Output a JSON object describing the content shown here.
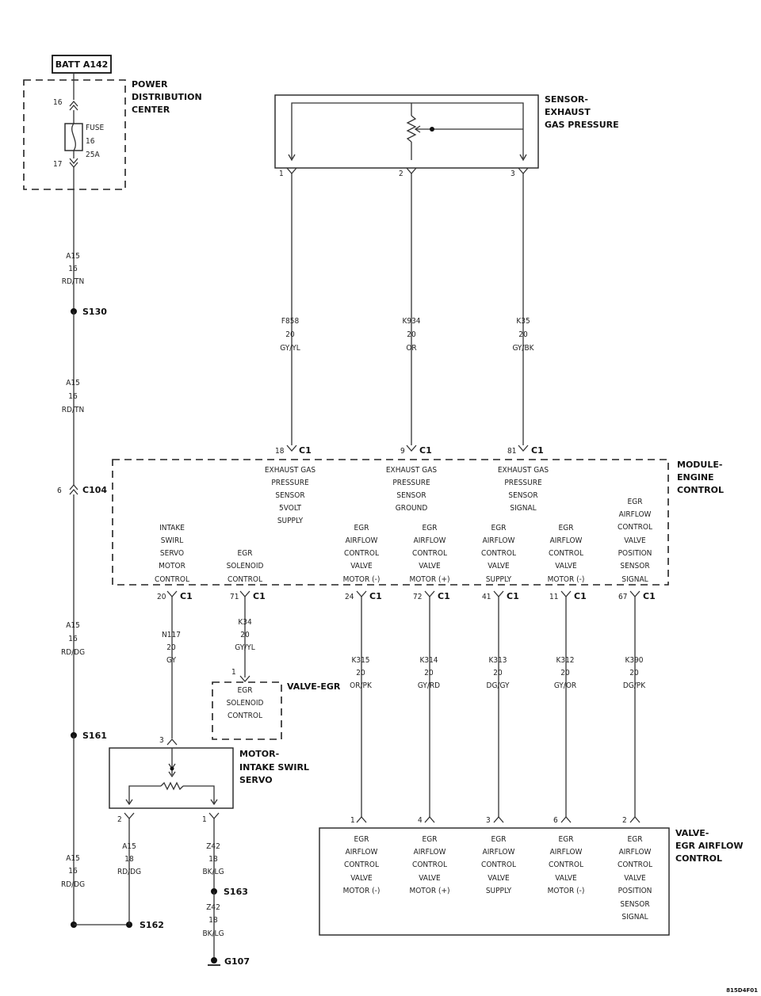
{
  "battery": "BATT A142",
  "pdc": {
    "title": [
      "POWER",
      "DISTRIBUTION",
      "CENTER"
    ],
    "pin_in": "16",
    "pin_out": "17",
    "fuse": [
      "FUSE",
      "16",
      "25A"
    ]
  },
  "sensor": {
    "title": [
      "SENSOR-",
      "EXHAUST",
      "GAS PRESSURE"
    ],
    "pins": [
      "1",
      "2",
      "3"
    ]
  },
  "upper_wires": [
    {
      "code": "F858",
      "gauge": "20",
      "color": "GY/YL"
    },
    {
      "code": "K934",
      "gauge": "20",
      "color": "OR"
    },
    {
      "code": "K35",
      "gauge": "20",
      "color": "GY/BK"
    }
  ],
  "left_wires": [
    {
      "code": "A15",
      "gauge": "16",
      "color": "RD/TN"
    },
    {
      "code": "A15",
      "gauge": "16",
      "color": "RD/TN"
    },
    {
      "code": "A15",
      "gauge": "16",
      "color": "RD/DG"
    },
    {
      "code": "A15",
      "gauge": "16",
      "color": "RD/DG"
    }
  ],
  "splices": {
    "s130": "S130",
    "s161": "S161",
    "s162": "S162",
    "s163": "S163",
    "g107": "G107"
  },
  "c104": {
    "pin": "6",
    "label": "C104"
  },
  "pcm": {
    "title": [
      "MODULE-",
      "ENGINE",
      "CONTROL"
    ],
    "connector": "C1",
    "top_pins": [
      "18",
      "9",
      "81"
    ],
    "top_labels": [
      [
        "EXHAUST GAS",
        "PRESSURE",
        "SENSOR",
        "5VOLT",
        "SUPPLY"
      ],
      [
        "EXHAUST GAS",
        "PRESSURE",
        "SENSOR",
        "GROUND"
      ],
      [
        "EXHAUST GAS",
        "PRESSURE",
        "SENSOR",
        "SIGNAL"
      ]
    ],
    "bottom_pins": [
      "20",
      "71",
      "24",
      "72",
      "41",
      "11",
      "67"
    ],
    "bottom_labels": [
      [
        "INTAKE",
        "SWIRL",
        "SERVO",
        "MOTOR",
        "CONTROL"
      ],
      [
        "EGR",
        "SOLENOID",
        "CONTROL"
      ],
      [
        "EGR",
        "AIRFLOW",
        "CONTROL",
        "VALVE",
        "MOTOR (-)"
      ],
      [
        "EGR",
        "AIRFLOW",
        "CONTROL",
        "VALVE",
        "MOTOR (+)"
      ],
      [
        "EGR",
        "AIRFLOW",
        "CONTROL",
        "VALVE",
        "SUPPLY"
      ],
      [
        "EGR",
        "AIRFLOW",
        "CONTROL",
        "VALVE",
        "MOTOR (-)"
      ],
      [
        "EGR",
        "AIRFLOW",
        "CONTROL",
        "VALVE",
        "POSITION",
        "SENSOR",
        "SIGNAL"
      ]
    ]
  },
  "lower_wires": [
    {
      "code": "N117",
      "gauge": "20",
      "color": "GY"
    },
    {
      "code": "K34",
      "gauge": "20",
      "color": "GY/YL"
    },
    {
      "code": "K315",
      "gauge": "20",
      "color": "OR/PK"
    },
    {
      "code": "K314",
      "gauge": "20",
      "color": "GY/RD"
    },
    {
      "code": "K313",
      "gauge": "20",
      "color": "DG/GY"
    },
    {
      "code": "K312",
      "gauge": "20",
      "color": "GY/OR"
    },
    {
      "code": "K390",
      "gauge": "20",
      "color": "DG/PK"
    }
  ],
  "valve_egr": {
    "title": "VALVE-EGR",
    "pin": "1",
    "label": [
      "EGR",
      "SOLENOID",
      "CONTROL"
    ]
  },
  "motor": {
    "title": [
      "MOTOR-",
      "INTAKE SWIRL",
      "SERVO"
    ],
    "pin_top": "3",
    "pin_left": "2",
    "pin_right": "1"
  },
  "motor_wires": [
    {
      "code": "A15",
      "gauge": "18",
      "color": "RD/DG"
    },
    {
      "code": "Z42",
      "gauge": "18",
      "color": "BK/LG"
    },
    {
      "code": "Z42",
      "gauge": "18",
      "color": "BK/LG"
    }
  ],
  "valve_airflow": {
    "title": [
      "VALVE-",
      "EGR AIRFLOW",
      "CONTROL"
    ],
    "pins": [
      "1",
      "4",
      "3",
      "6",
      "2"
    ],
    "labels": [
      [
        "EGR",
        "AIRFLOW",
        "CONTROL",
        "VALVE",
        "MOTOR (-)"
      ],
      [
        "EGR",
        "AIRFLOW",
        "CONTROL",
        "VALVE",
        "MOTOR (+)"
      ],
      [
        "EGR",
        "AIRFLOW",
        "CONTROL",
        "VALVE",
        "SUPPLY"
      ],
      [
        "EGR",
        "AIRFLOW",
        "CONTROL",
        "VALVE",
        "MOTOR (-)"
      ],
      [
        "EGR",
        "AIRFLOW",
        "CONTROL",
        "VALVE",
        "POSITION",
        "SENSOR",
        "SIGNAL"
      ]
    ]
  },
  "figure_id": "815D4F01"
}
